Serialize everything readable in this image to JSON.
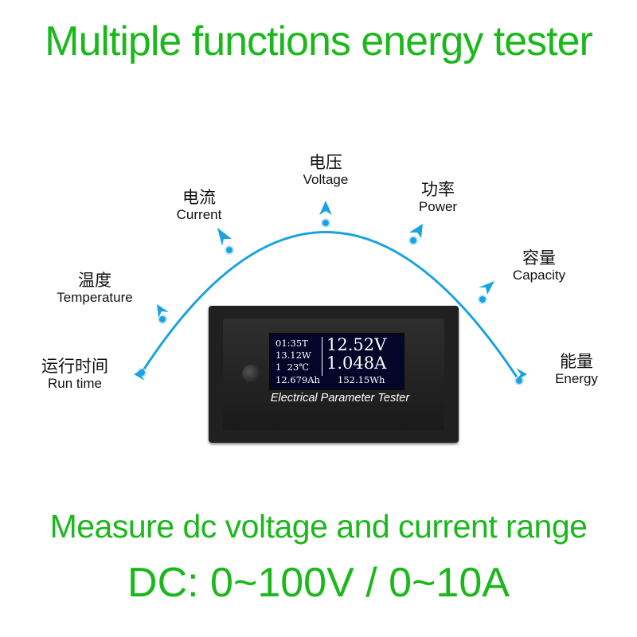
{
  "title": "Multiple functions energy tester",
  "functions": [
    {
      "cn": "运行时间",
      "en": "Run time"
    },
    {
      "cn": "温度",
      "en": "Temperature"
    },
    {
      "cn": "电流",
      "en": "Current"
    },
    {
      "cn": "电压",
      "en": "Voltage"
    },
    {
      "cn": "功率",
      "en": "Power"
    },
    {
      "cn": "容量",
      "en": "Capacity"
    },
    {
      "cn": "能量",
      "en": "Energy"
    }
  ],
  "device": {
    "label": "Electrical Parameter Tester",
    "display": {
      "time": "01:35T",
      "power": "13.12W",
      "mode_temp": "1  23℃",
      "voltage": "12.52V",
      "current": "1.048A",
      "capacity": "12.679Ah",
      "energy": "152.15Wh"
    }
  },
  "range_title": "Measure dc voltage and current range",
  "range_value": "DC: 0~100V / 0~10A",
  "colors": {
    "accent_green": "#1bb81b",
    "arc_blue": "#1aa3e0",
    "screen_bg": "#05052a"
  }
}
